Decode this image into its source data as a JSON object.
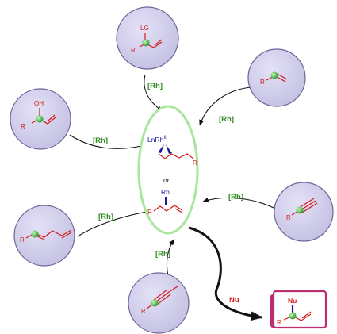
{
  "colors": {
    "bond": "#d21a1a",
    "atom_green": "#39b54a",
    "rh_label": "#2e8b1e",
    "nu_label": "#d21a1a",
    "circle_fill": "#cfcdea",
    "circle_stroke": "#6b6598",
    "center_stroke": "#a8e69c",
    "product_fill": "#b8306f",
    "metal_bold": "#1a1a9a",
    "black": "#111111"
  },
  "labels": {
    "rh": "[Rh]",
    "nu": "Nu",
    "r": "R",
    "lg": "LG",
    "oh": "OH",
    "or": "or",
    "lnrh": "LnRh",
    "rh_ox": "III",
    "rh_metal": "Rh",
    "nu_product": "Nu"
  }
}
